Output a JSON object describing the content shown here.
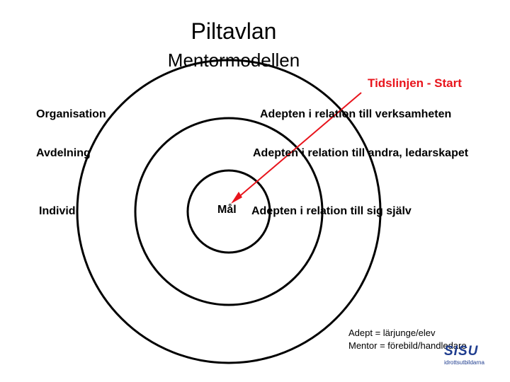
{
  "title": "Piltavlan",
  "subtitle": "Mentormodellen",
  "start_label": "Tidslinjen - Start",
  "goal_label": "Mål",
  "levels": [
    {
      "name": "Organisation",
      "description": "Adepten i relation till verksamheten"
    },
    {
      "name": "Avdelning",
      "description": "Adepten i relation till andra, ledarskapet"
    },
    {
      "name": "Individ",
      "description": "Adepten i relation till sig själv"
    }
  ],
  "legend": [
    "Adept = lärjunge/elev",
    "Mentor = förebild/handledare"
  ],
  "logo": {
    "text": "SISU",
    "subtext": "idrottsutbildarna"
  },
  "colors": {
    "arrow": "#e8141c",
    "rings": "#000000",
    "logo": "#1f3d8f"
  }
}
